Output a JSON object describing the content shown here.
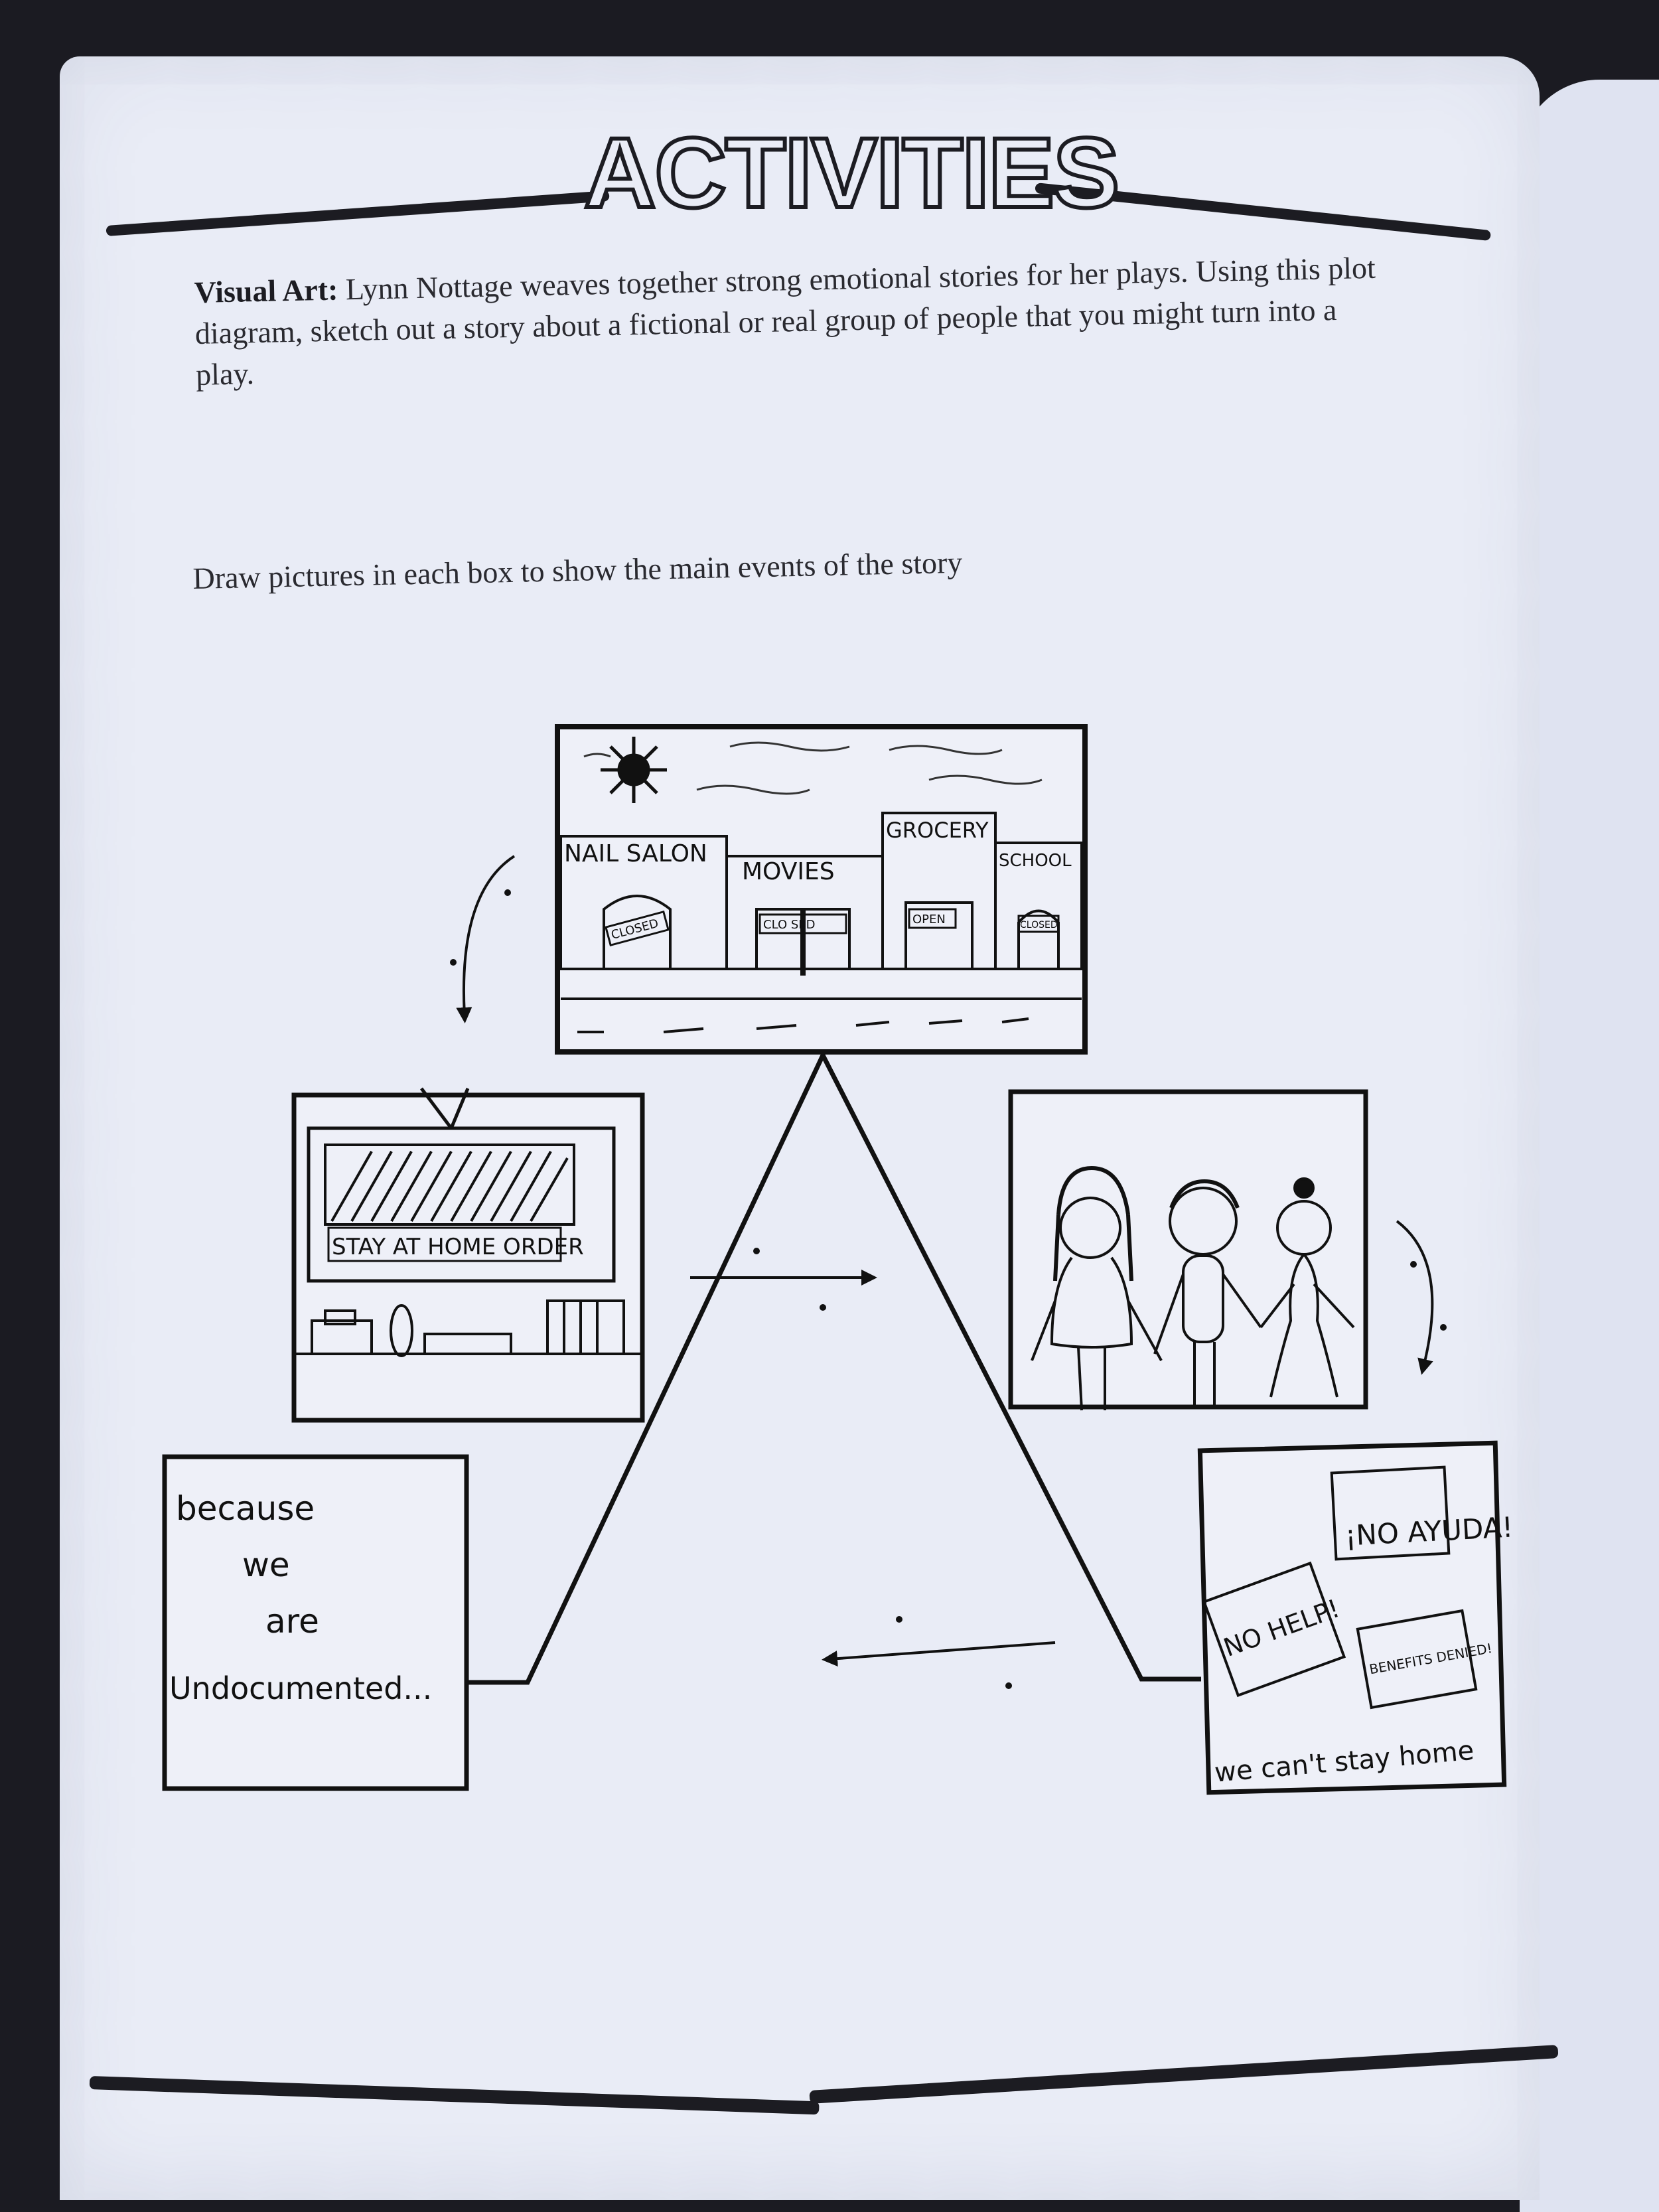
{
  "heading": "ACTIVITIES",
  "intro": {
    "lead": "Visual Art:",
    "body": "Lynn Nottage weaves together strong emotional stories for her plays. Using this plot diagram, sketch out a story about a fictional or real group of people that you might turn into a play."
  },
  "instruction": "Draw pictures in each box to show the main events of the story",
  "boxes": {
    "climax": {
      "storefronts": [
        "NAIL SALON",
        "MOVIES",
        "GROCERY",
        "SCHOOL"
      ],
      "door_signs": [
        "CLOSED",
        "CLO SED",
        "OPEN",
        "CLOSED"
      ]
    },
    "rising": {
      "tv_banner": "STAY AT HOME ORDER"
    },
    "exposition": {
      "lines": [
        "because",
        "we",
        "are",
        "Undocumented..."
      ]
    },
    "resolution": {
      "signs": [
        "¡NO AYUDA!",
        "NO HELP!",
        "BENEFITS DENIED!"
      ],
      "caption": "we can't stay home"
    }
  }
}
